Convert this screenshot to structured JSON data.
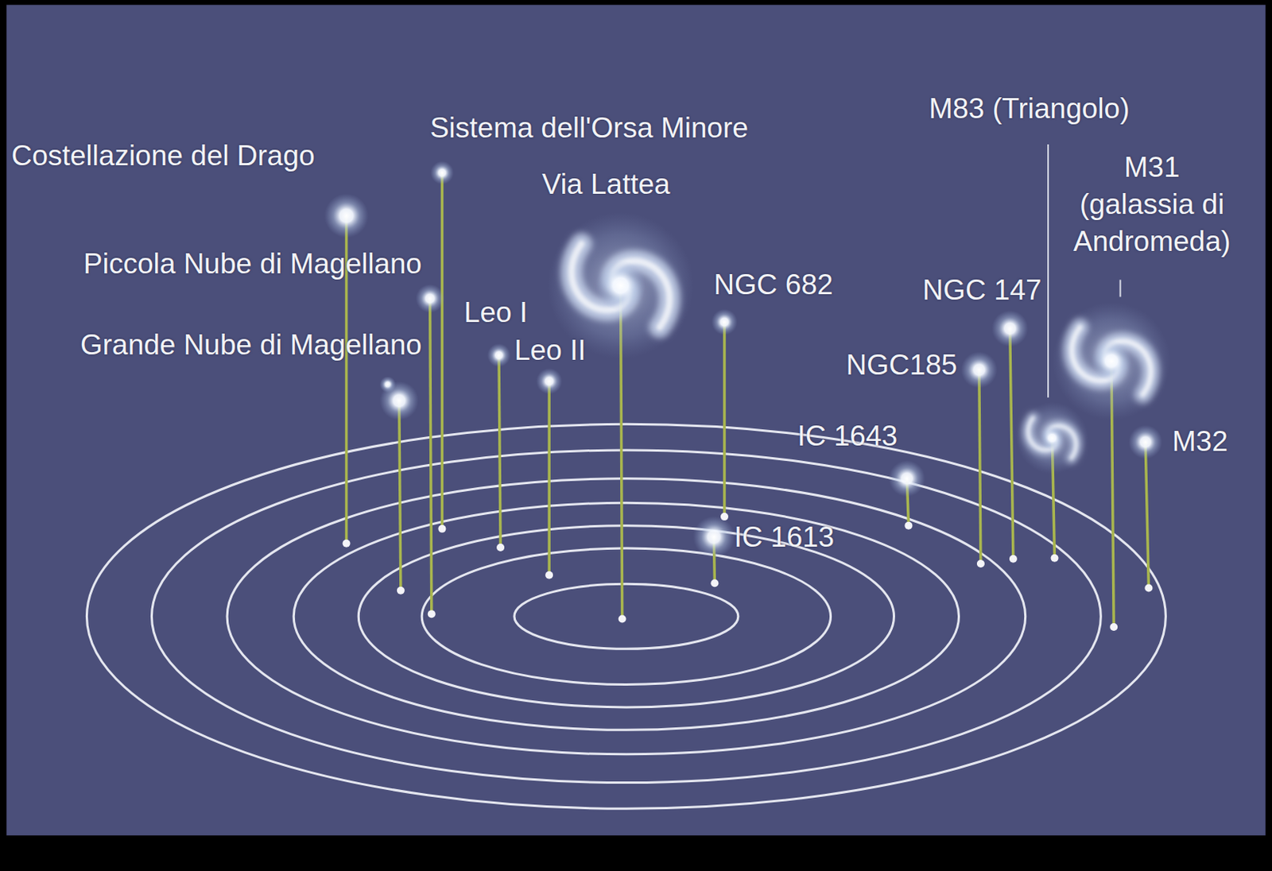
{
  "diagram": {
    "labels": [
      "Costellazione del Drago",
      "Sistema dell'Orsa Minore",
      "Via Lattea",
      "M83 (Triangolo)",
      "M31 (galassia di Andromeda)",
      "Piccola Nube di Magellano",
      "Grande Nube di Magellano",
      "Leo I",
      "Leo II",
      "NGC 682",
      "NGC 147",
      "NGC185",
      "IC 1643",
      "IC 1613",
      "M32"
    ]
  }
}
